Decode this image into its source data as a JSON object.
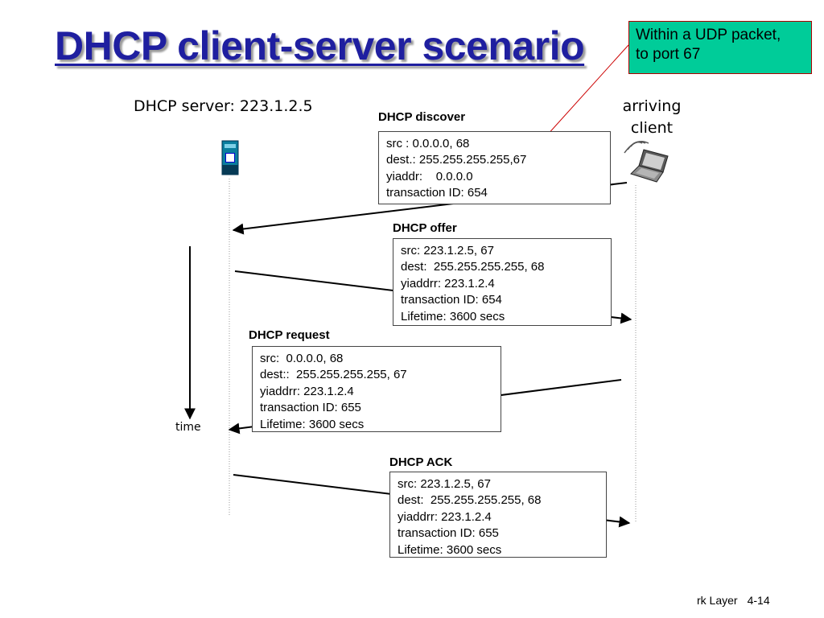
{
  "title": "DHCP client-server scenario",
  "callout": {
    "line1": "Within a UDP packet,",
    "line2": "to port 67"
  },
  "server_label": "DHCP server: 223.1.2.5",
  "client_label": {
    "line1": "arriving",
    "line2": "client"
  },
  "time_label": "time",
  "messages": [
    {
      "title": "DHCP discover",
      "lines": [
        "src : 0.0.0.0, 68",
        "dest.: 255.255.255.255,67",
        "yiaddr:    0.0.0.0",
        "transaction ID: 654"
      ]
    },
    {
      "title": "DHCP offer",
      "lines": [
        "src: 223.1.2.5, 67",
        "dest:  255.255.255.255, 68",
        "yiaddrr: 223.1.2.4",
        "transaction ID: 654",
        "Lifetime: 3600 secs"
      ]
    },
    {
      "title": "DHCP request",
      "lines": [
        "src:  0.0.0.0, 68",
        "dest::  255.255.255.255, 67",
        "yiaddrr: 223.1.2.4",
        "transaction ID: 655",
        "Lifetime: 3600 secs"
      ]
    },
    {
      "title": "DHCP ACK",
      "lines": [
        "src: 223.1.2.5, 67",
        "dest:  255.255.255.255, 68",
        "yiaddrr: 223.1.2.4",
        "transaction ID: 655",
        "Lifetime: 3600 secs"
      ]
    }
  ],
  "footer": {
    "chapter": "rk Layer",
    "page": "4-14"
  },
  "icons": {
    "server": "server-tower-icon",
    "client": "laptop-wireless-icon"
  },
  "colors": {
    "title": "#1f1fa0",
    "callout_fill": "#00cc99",
    "callout_pointer": "#cc0000"
  }
}
